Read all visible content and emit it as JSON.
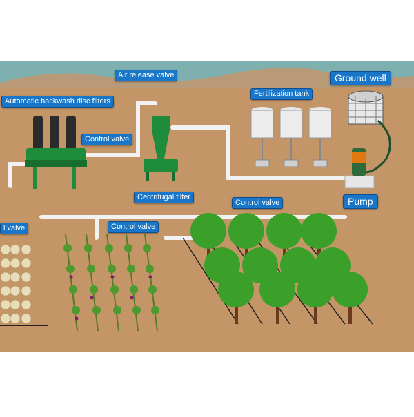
{
  "labels": {
    "air_release_valve": "Air release valve",
    "ground_well": "Ground well",
    "fertilization_tank": "Fertilization tank",
    "disc_filters": "Automatic backwash disc filters",
    "control_valve_main": "Control valve",
    "centrifugal_filter": "Centrifugal filter",
    "control_valve_orchard": "Control valve",
    "pump": "Pump",
    "control_valve_left": "l valve",
    "control_valve_vines": "Control valve"
  },
  "colors": {
    "sky": "#7fb0b0",
    "hills": "#b89a78",
    "soil": "#c39567",
    "pipe": "#f2f2f2",
    "filter_green": "#1e8c3a",
    "filter_dark": "#2b2b2b",
    "label_bg": "#1976c8",
    "tree_green": "#3aa02a",
    "trunk": "#6b3a1e",
    "pump_orange": "#e07a10",
    "grape_purple": "#7a1f6a"
  },
  "icons": [
    "ground-well-icon",
    "fertilization-tank-icon",
    "disc-filter-icon",
    "centrifugal-filter-icon",
    "pump-icon",
    "tree-icon",
    "grapevine-icon",
    "cabbage-icon"
  ]
}
